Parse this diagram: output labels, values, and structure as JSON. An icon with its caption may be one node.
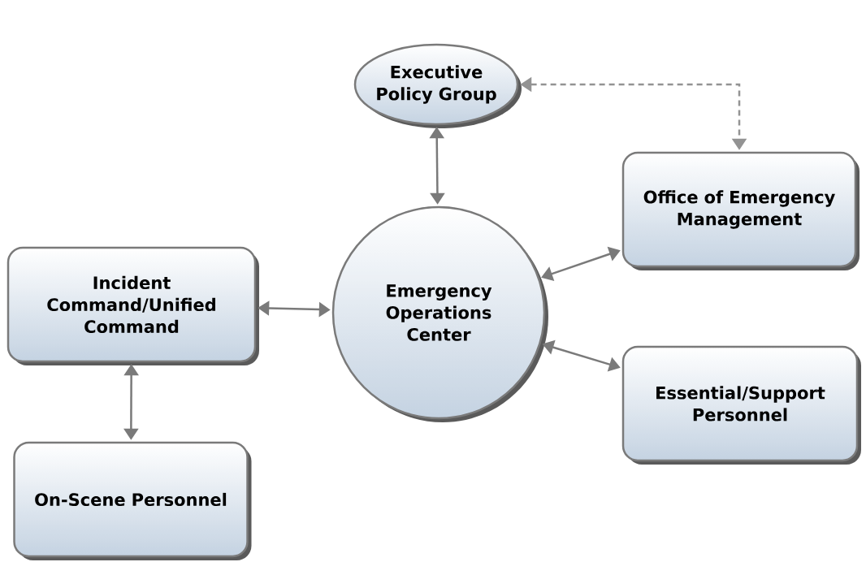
{
  "diagram": {
    "nodes": [
      {
        "text": [
          "Executive Policy Group"
        ]
      },
      {
        "text": [
          "Office of Emergency Management"
        ]
      },
      {
        "text": [
          "Incident Command/Unified Command"
        ]
      },
      {
        "text": [
          "Emergency Operations Center"
        ]
      },
      {
        "text": [
          "Essential/Support Personnel"
        ]
      },
      {
        "text": [
          "On-Scene Personnel"
        ]
      }
    ],
    "edges": [
      {
        "from": 0,
        "to": 3,
        "arrow": "both"
      },
      {
        "from": 0,
        "to": 1,
        "arrow": "both",
        "style": "dashed",
        "color": "#939393"
      },
      {
        "from": 3,
        "to": 1,
        "arrow": "both"
      },
      {
        "from": 2,
        "to": 3,
        "arrow": "both"
      },
      {
        "from": 3,
        "to": 4,
        "arrow": "both"
      },
      {
        "from": 2,
        "to": 5,
        "arrow": "both"
      }
    ]
  }
}
